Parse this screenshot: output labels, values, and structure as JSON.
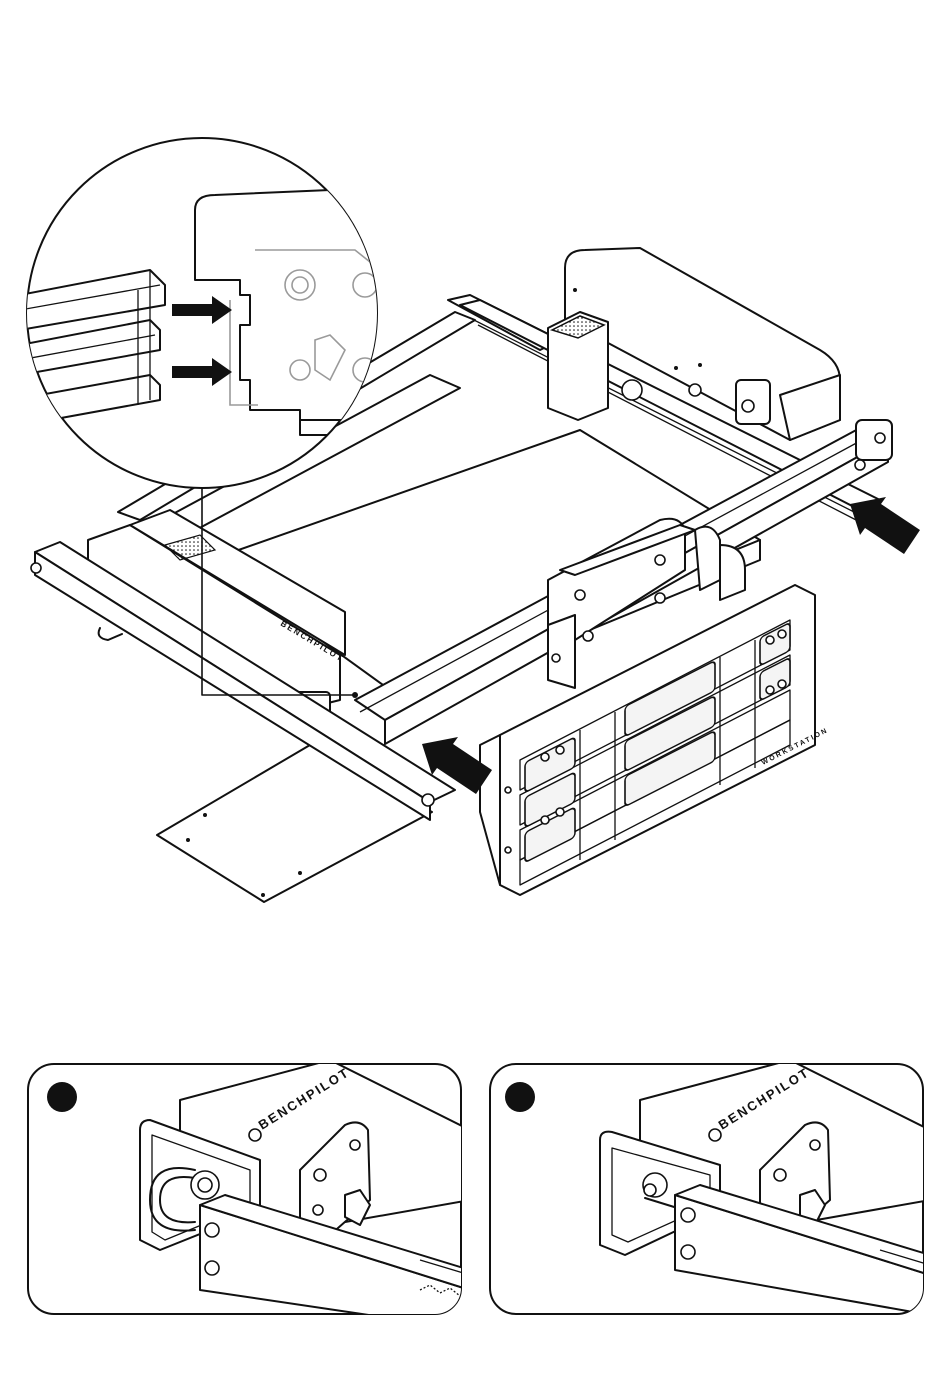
{
  "brand": {
    "name": "BENCHPILOT",
    "module_name": "WORKSTATION"
  },
  "steps": [
    {
      "id": "step-1",
      "brand_text": "BENCHPILOT",
      "state": "belt-looped"
    },
    {
      "id": "step-2",
      "brand_text": "BENCHPILOT",
      "state": "belt-engaged"
    }
  ],
  "icons": {
    "arrows": [
      "arrow-right-icon",
      "arrow-right-icon",
      "arrow-left-icon",
      "arrow-left-icon"
    ],
    "step_marker": "filled-circle"
  },
  "colors": {
    "line": "#111111",
    "background": "#ffffff",
    "detail_gray": "#9a9a9a"
  }
}
